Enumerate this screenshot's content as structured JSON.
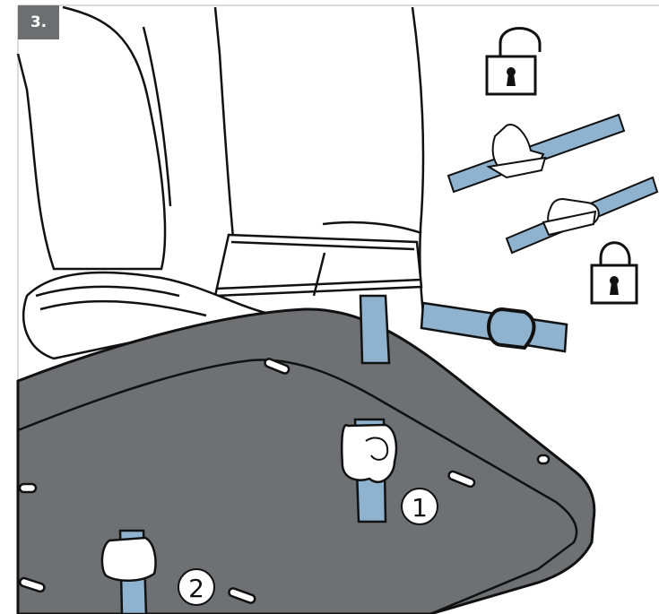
{
  "step": {
    "label": "3."
  },
  "callouts": {
    "first": "1",
    "second": "2"
  },
  "icons": {
    "unlocked": "padlock-open-icon",
    "locked": "padlock-closed-icon"
  },
  "colors": {
    "strap": "#8fb3cf",
    "seat": "#6e7073",
    "outline": "#111111",
    "badge": "#6d6e70"
  }
}
